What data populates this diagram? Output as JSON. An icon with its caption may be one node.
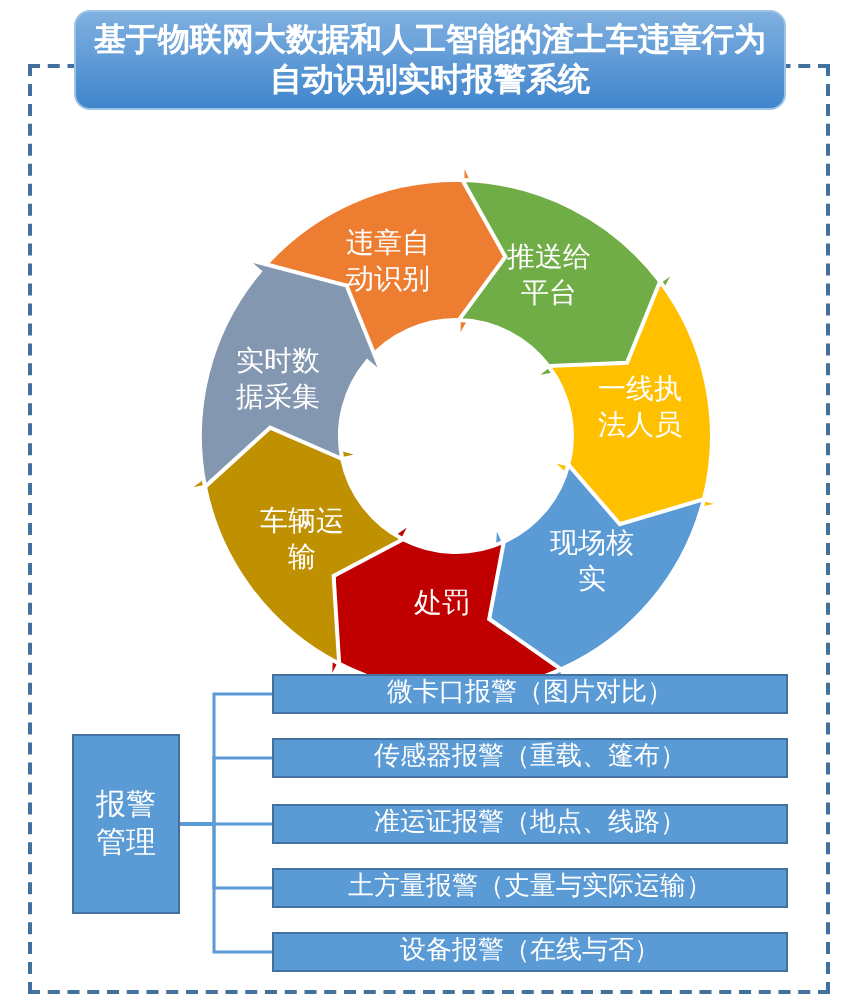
{
  "diagram": {
    "title": "基于物联网大数据和人工智能的渣土车违章行为自动识别实时报警系统",
    "nodes": [
      {
        "text": [
          "违章自动识别"
        ]
      },
      {
        "text": [
          "推送给平台"
        ]
      },
      {
        "text": [
          "一线执法人员"
        ]
      },
      {
        "text": [
          "现场核实"
        ]
      },
      {
        "text": [
          "处罚"
        ]
      },
      {
        "text": [
          "车辆运输"
        ]
      },
      {
        "text": [
          "实时数据采集"
        ]
      },
      {
        "text": [
          "报警管理"
        ]
      },
      {
        "text": [
          "微卡口报警（图片对比）"
        ]
      },
      {
        "text": [
          "传感器报警（重载、篷布）"
        ]
      },
      {
        "text": [
          "准运证报警（地点、线路）"
        ]
      },
      {
        "text": [
          "土方量报警（丈量与实际运输）"
        ]
      },
      {
        "text": [
          "设备报警（在线与否）"
        ]
      }
    ],
    "edges": [
      {
        "from": 7,
        "to": 8,
        "arrow": "none"
      },
      {
        "from": 7,
        "to": 9,
        "arrow": "none"
      },
      {
        "from": 7,
        "to": 10,
        "arrow": "none"
      },
      {
        "from": 7,
        "to": 11,
        "arrow": "none"
      },
      {
        "from": 7,
        "to": 12,
        "arrow": "none"
      }
    ]
  }
}
